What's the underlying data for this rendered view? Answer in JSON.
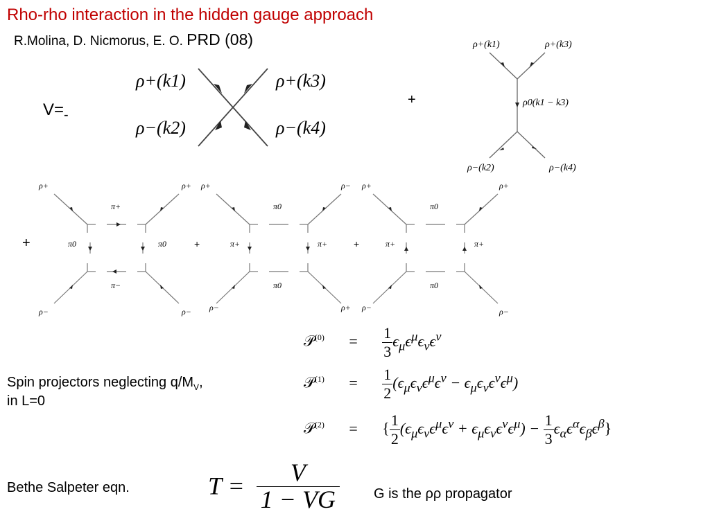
{
  "header": {
    "title": "Rho-rho interaction in the hidden gauge approach",
    "authors_prefix": "R.Molina, D. Nicmorus, E. O. ",
    "authors_suffix": "PRD (08)"
  },
  "potential": {
    "label_v": "V=",
    "label_minus": "-",
    "plus_1": "+",
    "plus_2": "+",
    "contact_labels": [
      "ρ+(k1)",
      "ρ+(k3)",
      "ρ−(k2)",
      "ρ−(k4)"
    ],
    "exchange_labels": [
      "ρ+(k1)",
      "ρ+(k3)",
      "ρ0(k1 − k3)",
      "ρ−(k2)",
      "ρ−(k4)"
    ]
  },
  "box_diagrams": {
    "plus_left": "+",
    "plus_mid_1": "+",
    "plus_mid_2": "+",
    "diagrams": [
      {
        "tl": "ρ+",
        "tr": "ρ+",
        "bl": "ρ−",
        "br": "ρ−",
        "top": "π+",
        "bottom": "π−",
        "left": "π0",
        "right": "π0"
      },
      {
        "tl": "ρ+",
        "tr": "ρ−",
        "bl": "ρ−",
        "br": "ρ+",
        "top": "π0",
        "bottom": "π0",
        "left": "π+",
        "right": "π+"
      },
      {
        "tl": "ρ+",
        "tr": "ρ+",
        "bl": "ρ−",
        "br": "ρ−",
        "top": "π0",
        "bottom": "π0",
        "left": "π+",
        "right": "π+"
      }
    ]
  },
  "spin_projectors": {
    "label_main": "Spin projectors neglecting q/M",
    "label_sub": "V",
    "label_end": ",",
    "label_line2": "in L=0",
    "rows": [
      {
        "lhs": "𝒫",
        "sup": "(0)",
        "eq": "=",
        "num": "1",
        "den": "3",
        "rhs": "ϵ<sub>μ</sub>ϵ<sup>μ</sup>ϵ<sub>ν</sub>ϵ<sup>ν</sup>"
      },
      {
        "lhs": "𝒫",
        "sup": "(1)",
        "eq": "=",
        "num": "1",
        "den": "2",
        "rhs": "(ϵ<sub>μ</sub>ϵ<sub>ν</sub>ϵ<sup>μ</sup>ϵ<sup>ν</sup> − ϵ<sub>μ</sub>ϵ<sub>ν</sub>ϵ<sup>ν</sup>ϵ<sup>μ</sup>)"
      },
      {
        "lhs": "𝒫",
        "sup": "(2)",
        "eq": "=",
        "num": "1",
        "den": "2",
        "rhs": "(ϵ<sub>μ</sub>ϵ<sub>ν</sub>ϵ<sup>μ</sup>ϵ<sup>ν</sup> + ϵ<sub>μ</sub>ϵ<sub>ν</sub>ϵ<sup>ν</sup>ϵ<sup>μ</sup>) −"
      }
    ]
  },
  "bethe_salpeter": {
    "label": "Bethe Salpeter eqn.",
    "lhs": "T =",
    "num": "V",
    "den": "1 − VG",
    "note": "G is the ρρ propagator"
  }
}
